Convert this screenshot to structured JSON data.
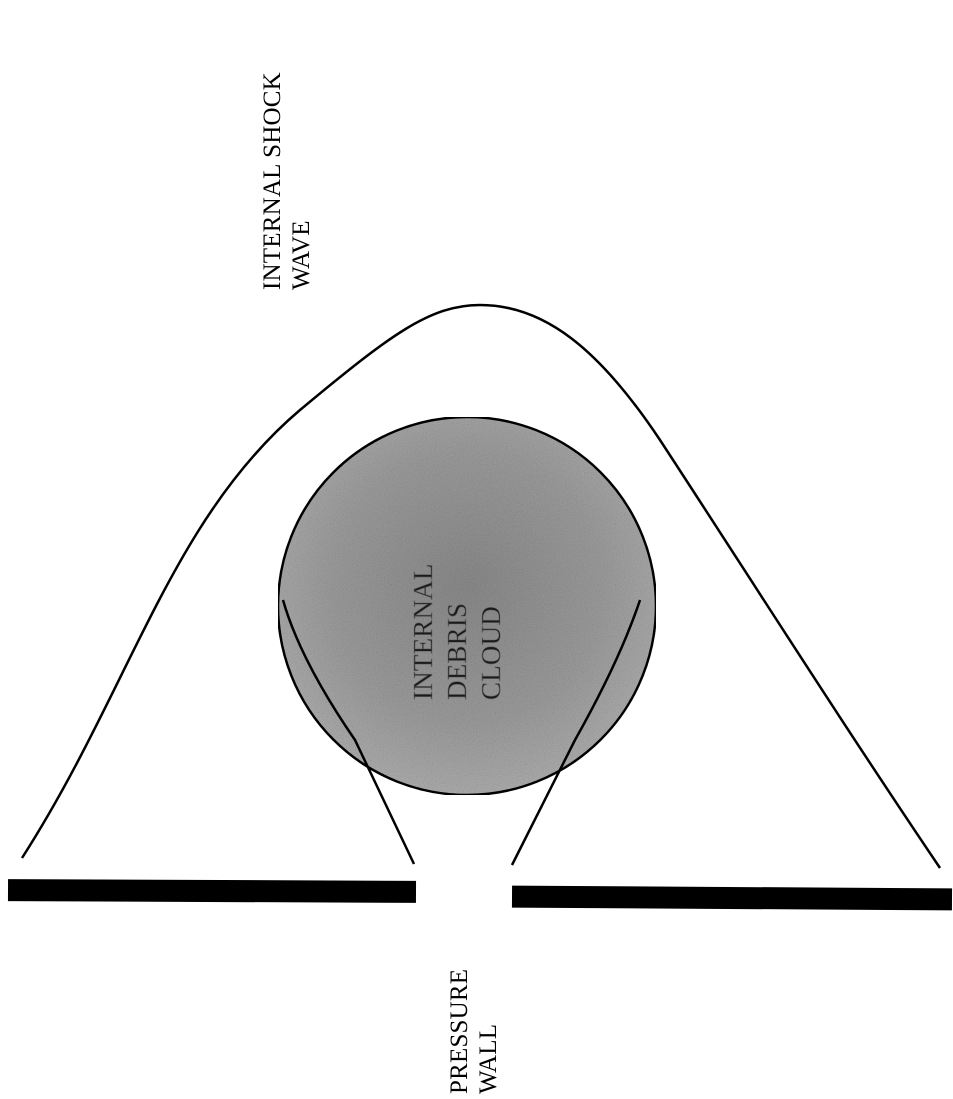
{
  "labels": {
    "shock_wave": {
      "line1": "INTERNAL SHOCK",
      "line2": "WAVE"
    },
    "debris_cloud": {
      "line1": "INTERNAL",
      "line2": "DEBRIS",
      "line3": "CLOUD"
    },
    "pressure_wall": {
      "line1": "PRESSURE",
      "line2": "WALL"
    }
  },
  "colors": {
    "ink": "#000000",
    "cloud_fill": "#9a9a9a",
    "background": "#ffffff"
  }
}
